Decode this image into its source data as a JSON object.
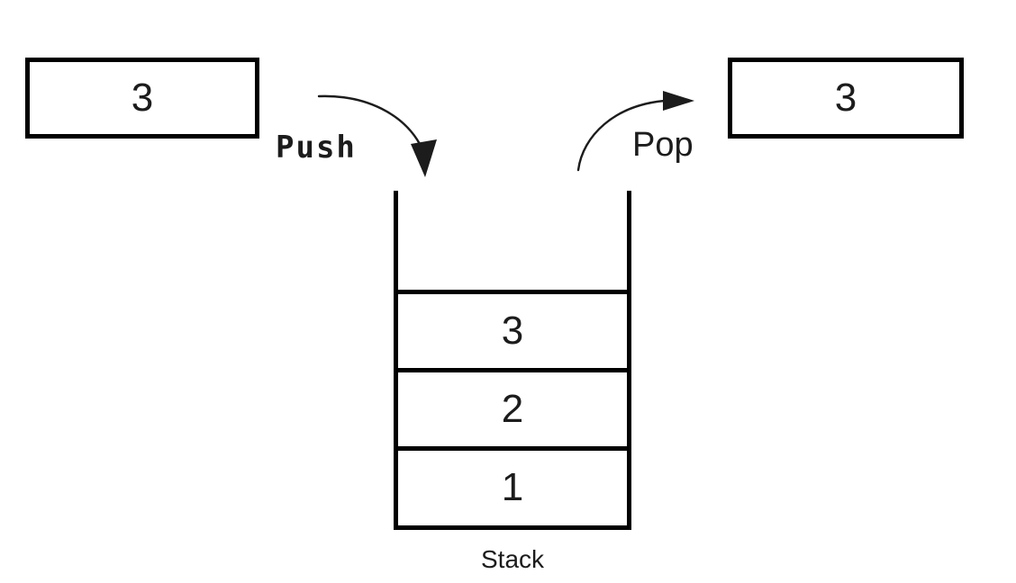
{
  "diagram": {
    "push_input_value": "3",
    "pop_output_value": "3",
    "push_label": "Push",
    "pop_label": "Pop",
    "stack": {
      "caption": "Stack",
      "cells": [
        "3",
        "2",
        "1"
      ]
    },
    "colors": {
      "line": "#000000",
      "arrow": "#1c1c1c",
      "text": "#1c1c1c",
      "background": "#ffffff"
    }
  }
}
